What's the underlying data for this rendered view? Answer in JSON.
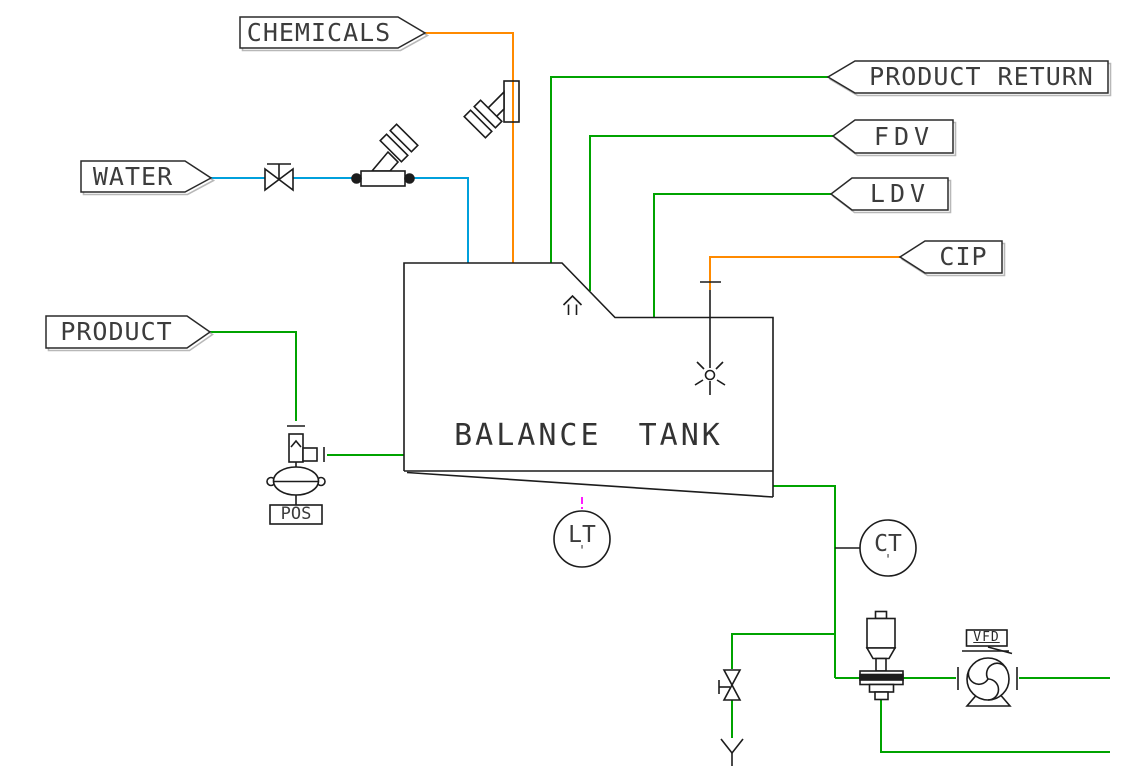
{
  "diagram": {
    "tank_title": "BALANCE TANK",
    "flags": {
      "chemicals": "CHEMICALS",
      "water": "WATER",
      "product": "PRODUCT",
      "product_return": "PRODUCT RETURN",
      "fdv": "FDV",
      "ldv": "LDV",
      "cip": "CIP"
    },
    "instruments": {
      "lt": "LT",
      "lt_tag": "'",
      "ct": "CT",
      "ct_tag": "'",
      "pos": "POS",
      "vfd": "VFD"
    },
    "colors": {
      "product_line_green": "#00a300",
      "chemical_line_orange": "#ff8a00",
      "water_line_cyan": "#00a0dc",
      "signal_line_magenta": "#ff00ff",
      "outline_black": "#1c1c1c",
      "flag_shadow_gray": "#b8b8b8"
    }
  }
}
